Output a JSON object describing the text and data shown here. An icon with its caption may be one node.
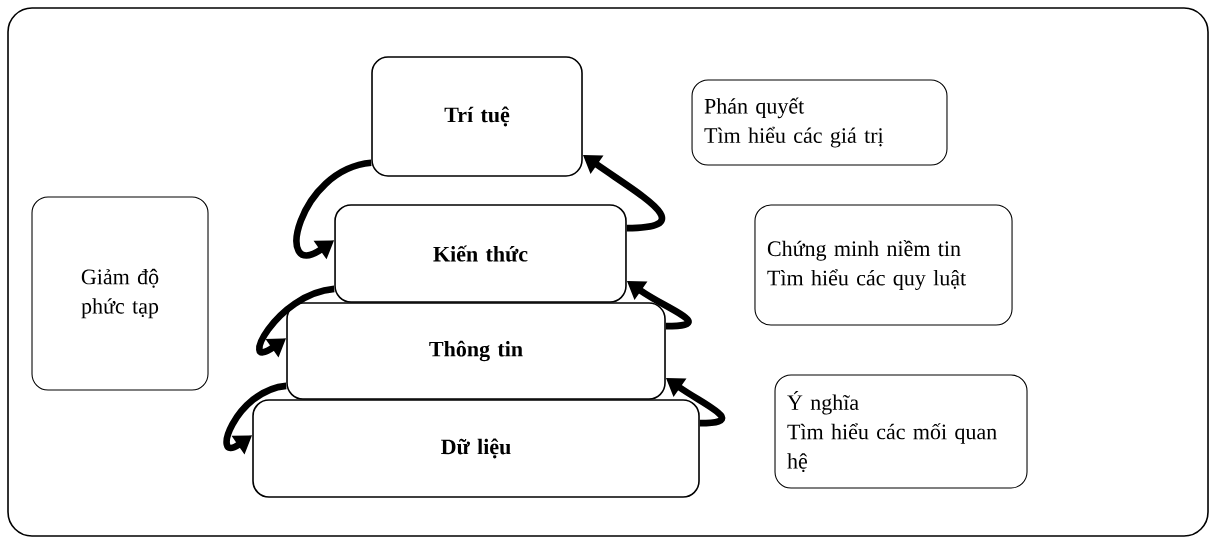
{
  "diagram": {
    "nodes": [
      {
        "text": [
          "Trí tuệ"
        ]
      },
      {
        "text": [
          "Kiến thức"
        ]
      },
      {
        "text": [
          "Thông tin"
        ]
      },
      {
        "text": [
          "Dữ liệu"
        ]
      },
      {
        "text": [
          "Giảm độ phức tạp"
        ]
      },
      {
        "text": [
          "Phán quyết",
          "Tìm hiểu các giá trị"
        ]
      },
      {
        "text": [
          "Chứng minh niềm tin",
          "Tìm hiểu các quy luật"
        ]
      },
      {
        "text": [
          "Ý nghĩa",
          "Tìm hiểu các mối quan hệ"
        ]
      }
    ],
    "edges": [
      {
        "from": 0,
        "to": 1,
        "arrow": "to"
      },
      {
        "from": 1,
        "to": 2,
        "arrow": "to"
      },
      {
        "from": 2,
        "to": 3,
        "arrow": "to"
      },
      {
        "from": 1,
        "to": 0,
        "arrow": "to"
      },
      {
        "from": 2,
        "to": 1,
        "arrow": "to"
      },
      {
        "from": 3,
        "to": 2,
        "arrow": "to"
      }
    ]
  }
}
